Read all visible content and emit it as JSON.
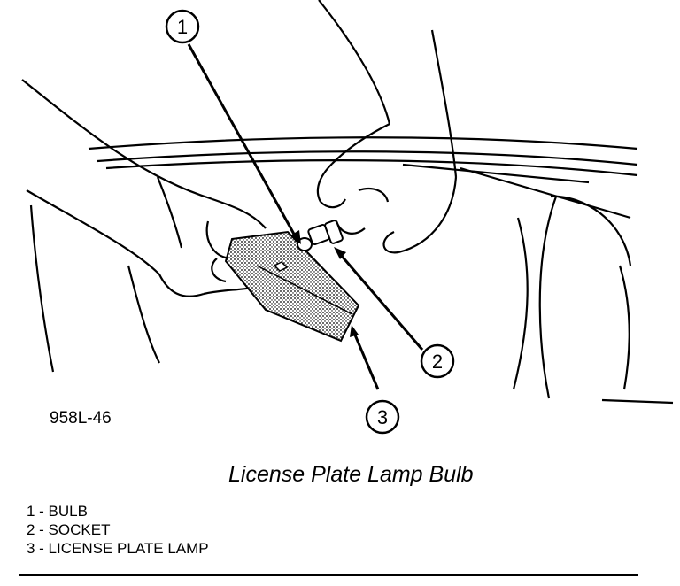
{
  "figure_id": "958L-46",
  "caption": "License Plate Lamp Bulb",
  "callouts": [
    "1",
    "2",
    "3"
  ],
  "legend": [
    "1 - BULB",
    "2 - SOCKET",
    "3 - LICENSE PLATE LAMP"
  ]
}
